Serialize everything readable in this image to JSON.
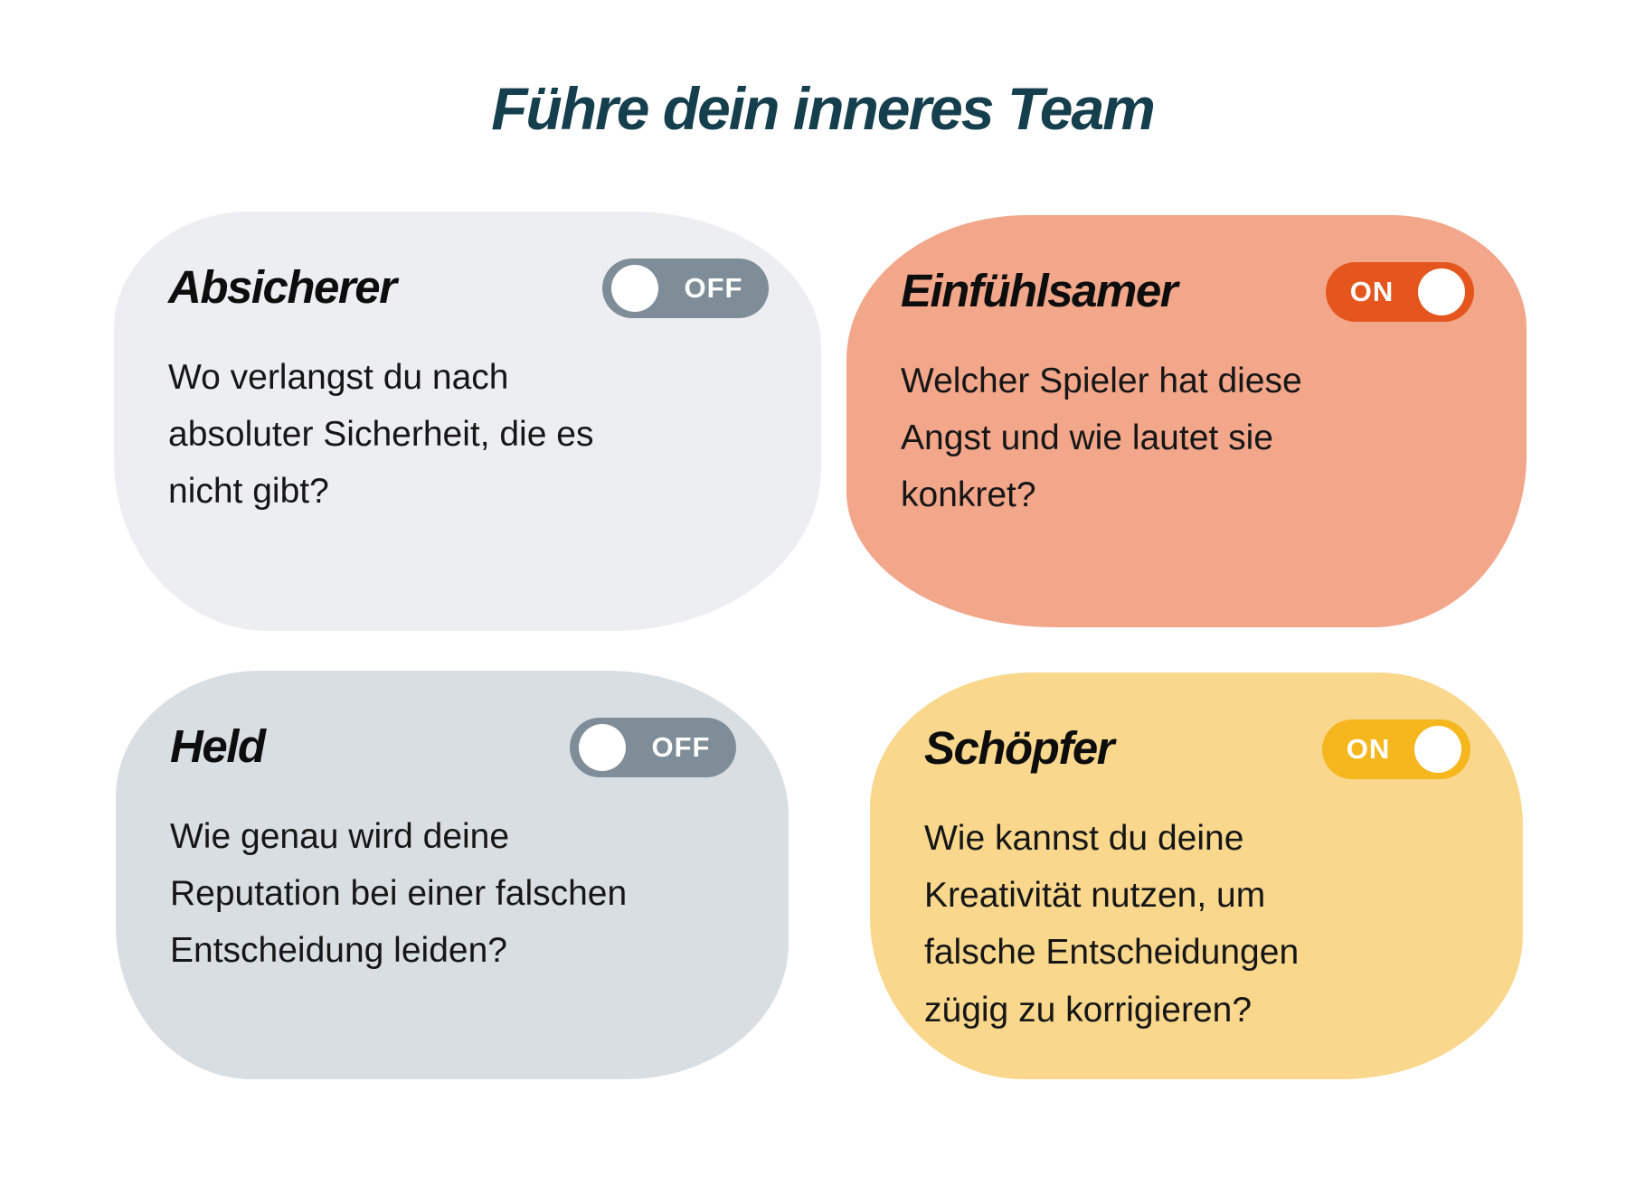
{
  "title": {
    "text": "Führe dein inneres Team",
    "color": "#153F4D"
  },
  "cards": [
    {
      "id": "absicherer",
      "title": "Absicherer",
      "question": "Wo verlangst du nach absoluter Sicherheit, die es nicht gibt?",
      "bg": "#EDEEF2",
      "toggle": {
        "state": "off",
        "label": "OFF",
        "color": "#7E8D97"
      }
    },
    {
      "id": "einfuehlsamer",
      "title": "Einfühlsamer",
      "question": "Welcher Spieler hat diese Angst und wie lautet sie konkret?",
      "bg": "#F2A68A",
      "toggle": {
        "state": "on",
        "label": "ON",
        "color": "#E4561E"
      }
    },
    {
      "id": "held",
      "title": "Held",
      "question": "Wie genau wird deine Reputation bei einer falschen Entscheidung leiden?",
      "bg": "#D8DEE2",
      "toggle": {
        "state": "off",
        "label": "OFF",
        "color": "#7E8D97"
      }
    },
    {
      "id": "schoepfer",
      "title": "Schöpfer",
      "question": "Wie kannst du deine Kreativität nutzen, um falsche Entscheidungen zügig zu korrigieren?",
      "bg": "#F9D78C",
      "toggle": {
        "state": "on",
        "label": "ON",
        "color": "#F6B71E"
      }
    }
  ]
}
